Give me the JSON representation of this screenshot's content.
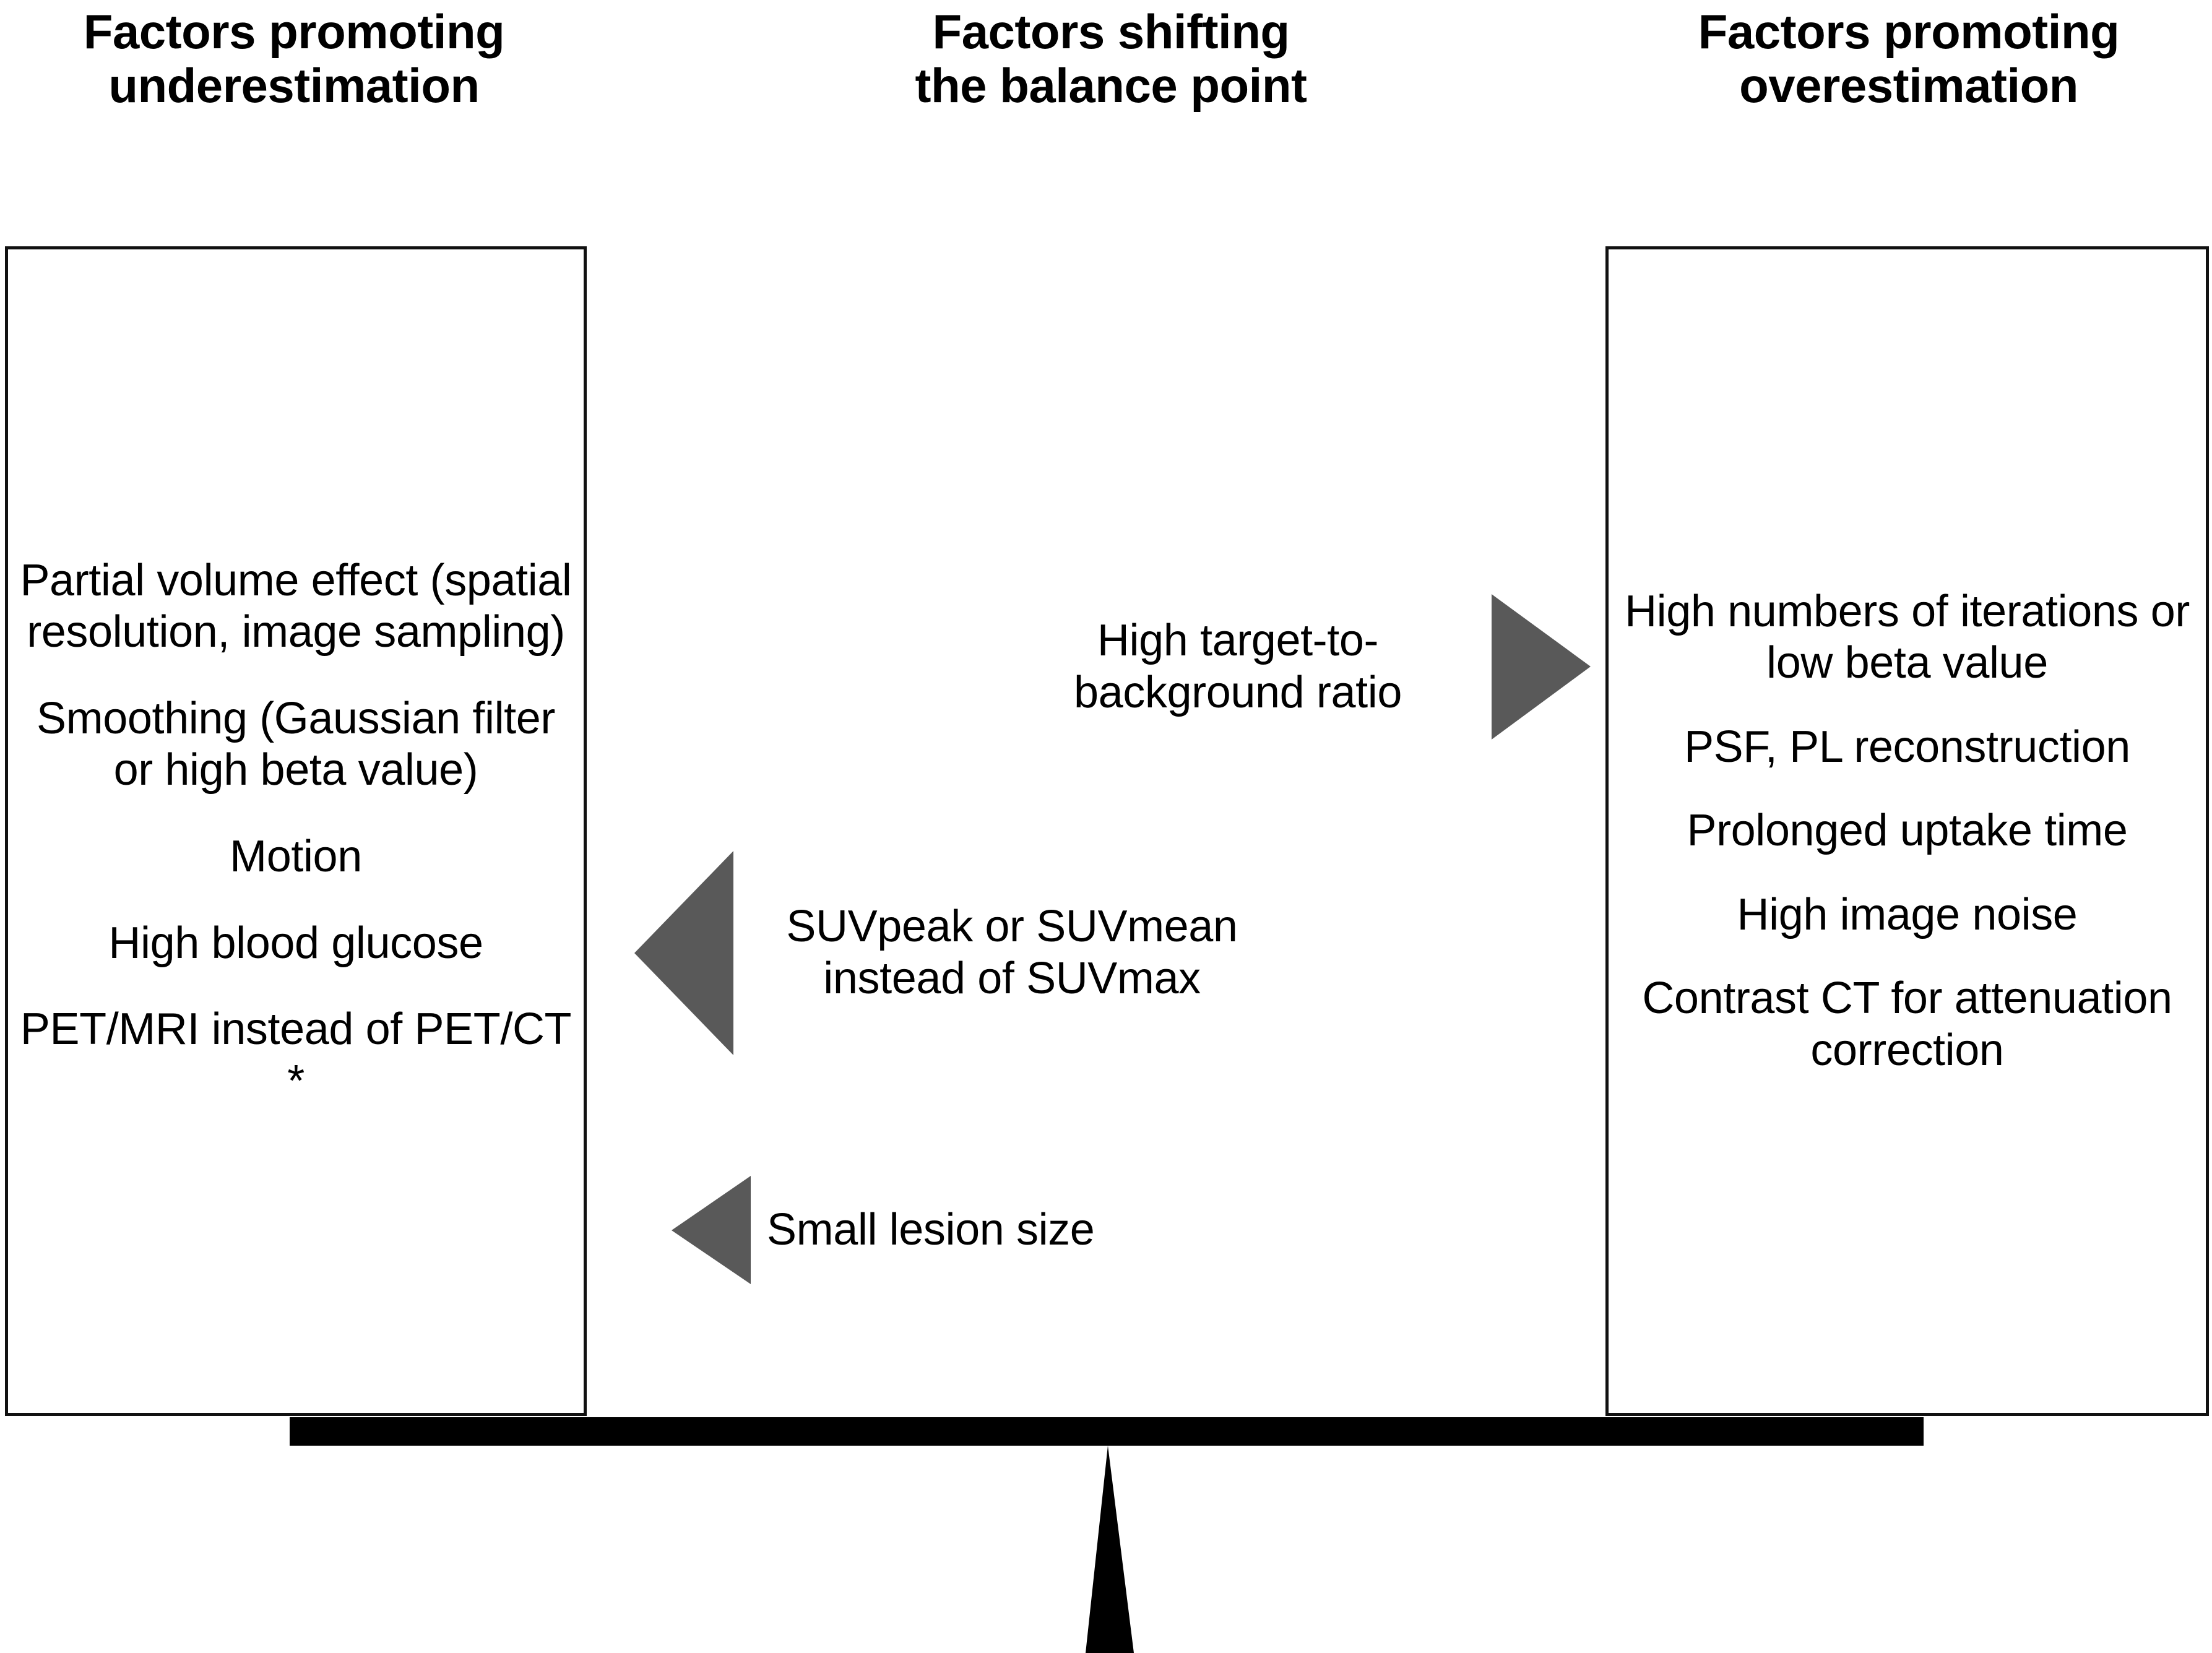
{
  "headers": {
    "left": "Factors promoting\nunderestimation",
    "left_line1": "Factors promoting",
    "left_line2": "underestimation",
    "middle_line1": "Factors shifting",
    "middle_line2": "the balance point",
    "right_line1": "Factors promoting",
    "right_line2": "overestimation"
  },
  "left_box": {
    "items": [
      "Partial volume effect (spatial resolution, image sampling)",
      "Smoothing (Gaussian filter or high beta value)",
      "Motion",
      "High blood glucose",
      "PET/MRI instead of PET/CT *"
    ]
  },
  "right_box": {
    "items": [
      "High numbers of iterations or low beta value",
      "PSF, PL reconstruction",
      "Prolonged uptake time",
      "High image noise",
      "Contrast CT for attenuation correction"
    ]
  },
  "middle": {
    "shifts": [
      {
        "label": "High target-to-background ratio",
        "direction": "right"
      },
      {
        "label": "SUVpeak or SUVmean instead of SUVmax",
        "direction": "left"
      },
      {
        "label": "Small lesion size",
        "direction": "left"
      }
    ]
  },
  "colors": {
    "arrow_fill": "#595959",
    "box_border": "#111111",
    "beam": "#000000",
    "text": "#000000",
    "background": "#ffffff"
  }
}
